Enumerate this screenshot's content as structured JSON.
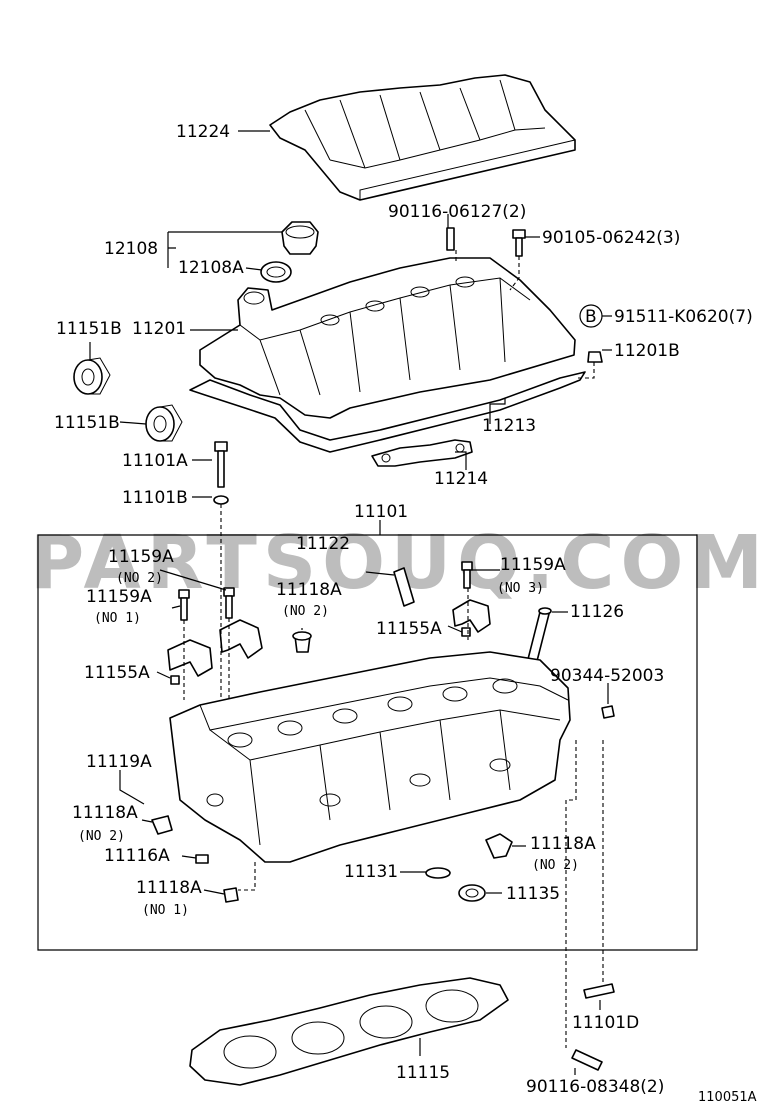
{
  "watermark": "PARTSOUQ.COM",
  "figure_code": "110051A",
  "labels": {
    "l11224": "11224",
    "l90116_06127": "90116-06127(2)",
    "l90105_06242": "90105-06242(3)",
    "l12108": "12108",
    "l12108A": "12108A",
    "l11151B_a": "11151B",
    "l11201": "11201",
    "l91511": "91511-K0620(7)",
    "l91511_ref": "B",
    "l11201B": "11201B",
    "l11151B_b": "11151B",
    "l11213": "11213",
    "l11101A": "11101A",
    "l11214": "11214",
    "l11101B": "11101B",
    "l11101": "11101",
    "l11159A_no2": "11159A",
    "l11159A_no2_sub": "(NO 2)",
    "l11122": "11122",
    "l11159A_no3": "11159A",
    "l11159A_no3_sub": "(NO 3)",
    "l11118A_top": "11118A",
    "l11118A_top_sub": "(NO 2)",
    "l11159A_no1": "11159A",
    "l11159A_no1_sub": "(NO 1)",
    "l11155A_r": "11155A",
    "l11126": "11126",
    "l11155A_l": "11155A",
    "l90344": "90344-52003",
    "l11119A": "11119A",
    "l11118A_left": "11118A",
    "l11118A_left_sub": "(NO 2)",
    "l11118A_right": "11118A",
    "l11118A_right_sub": "(NO 2)",
    "l11116A": "11116A",
    "l11131": "11131",
    "l11118A_bot": "11118A",
    "l11118A_bot_sub": "(NO 1)",
    "l11135": "11135",
    "l11101D": "11101D",
    "l11115": "11115",
    "l90116_08348": "90116-08348(2)"
  }
}
